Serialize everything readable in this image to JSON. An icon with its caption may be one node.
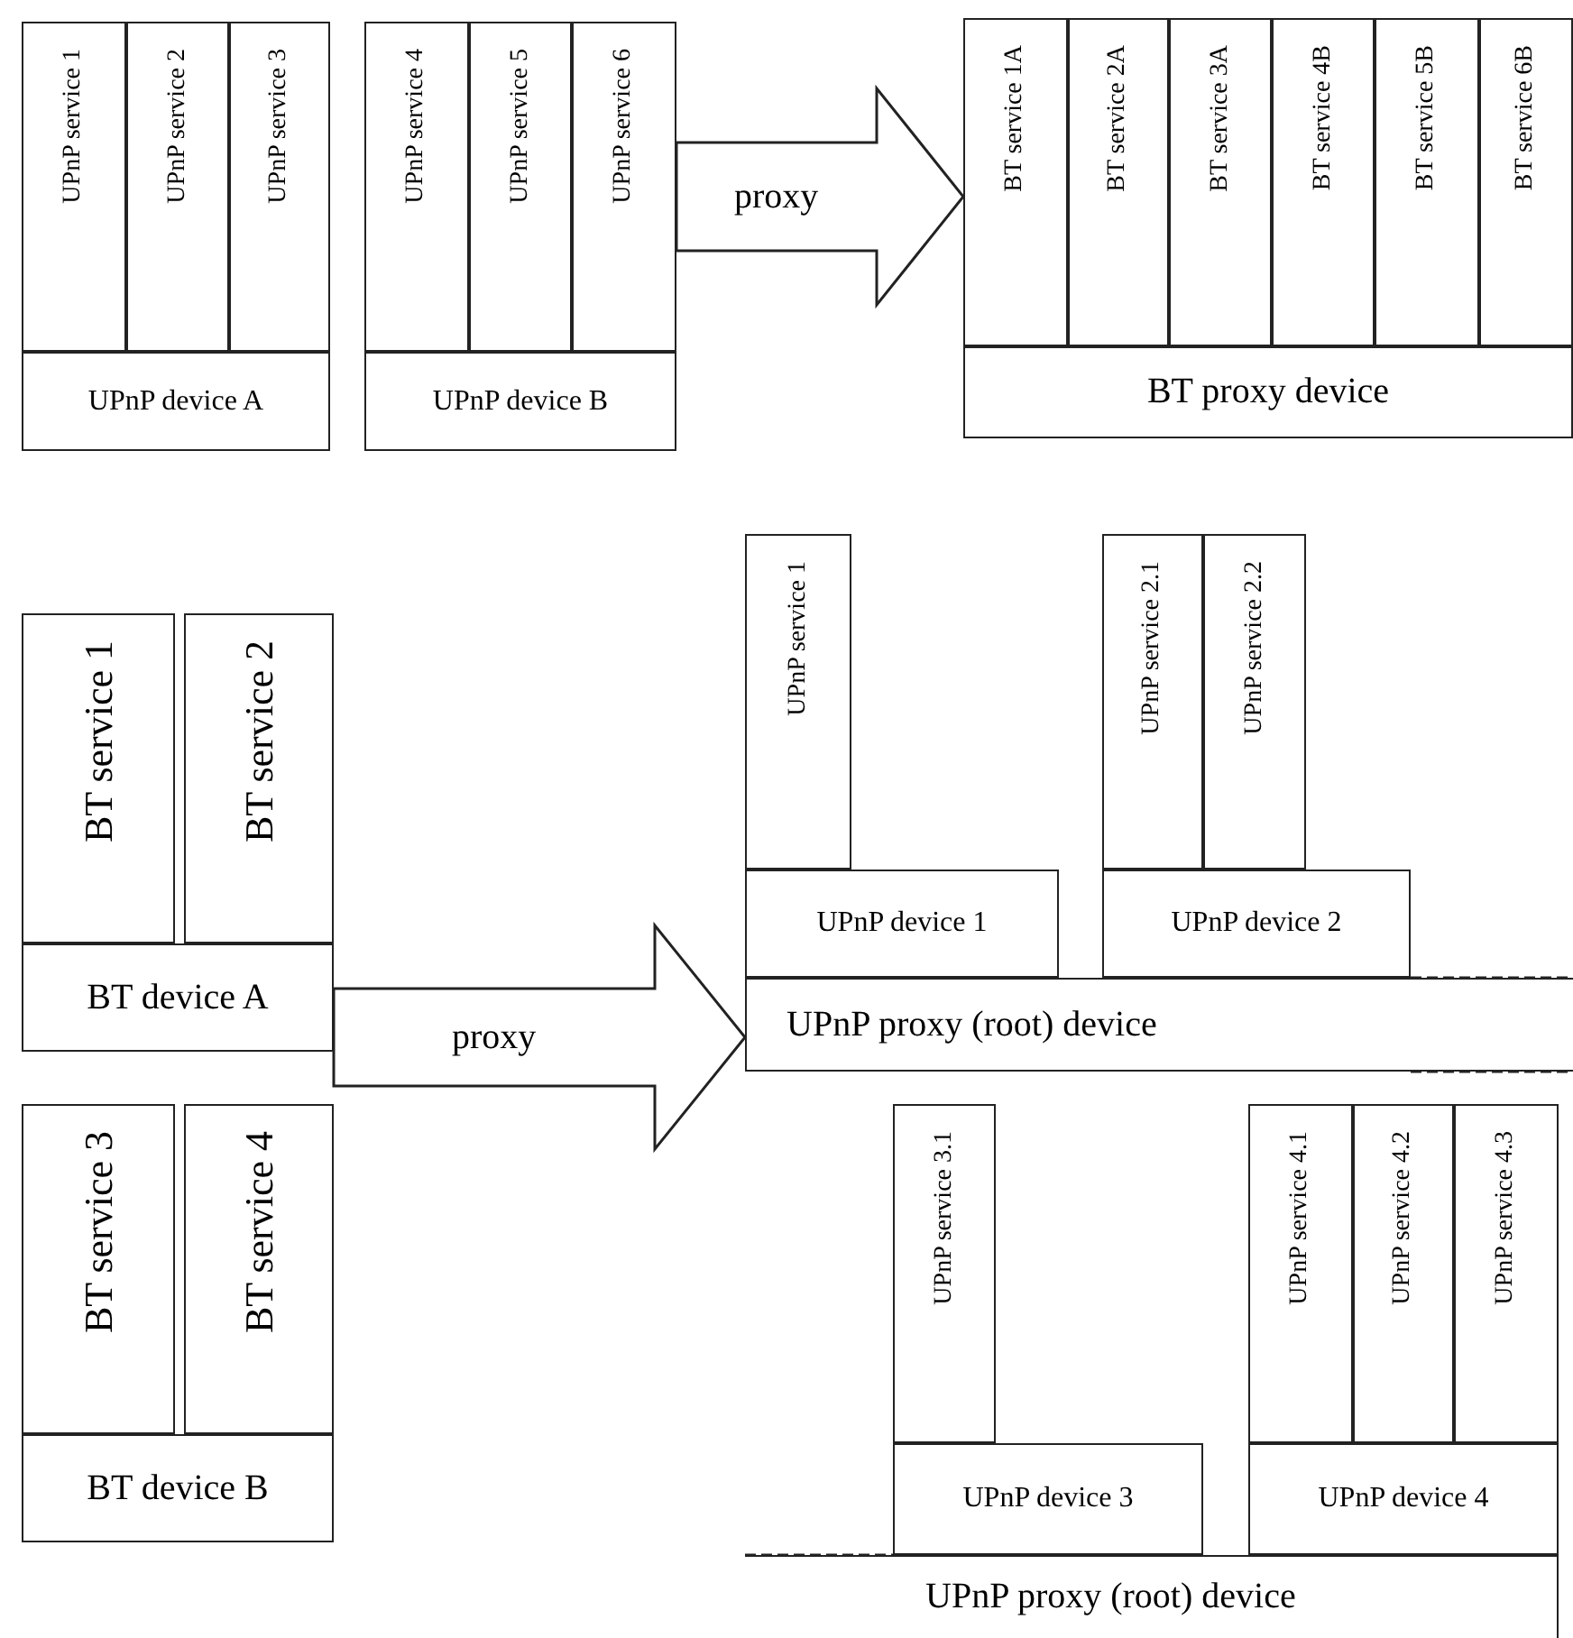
{
  "diagram": {
    "nodes": [
      {
        "text": [
          "UPnP service 1"
        ]
      },
      {
        "text": [
          "UPnP service 2"
        ]
      },
      {
        "text": [
          "UPnP service 3"
        ]
      },
      {
        "text": [
          "UPnP device A"
        ]
      },
      {
        "text": [
          "UPnP service 4"
        ]
      },
      {
        "text": [
          "UPnP service 5"
        ]
      },
      {
        "text": [
          "UPnP service 6"
        ]
      },
      {
        "text": [
          "UPnP device B"
        ]
      },
      {
        "text": [
          "BT service 1A"
        ]
      },
      {
        "text": [
          "BT service 2A"
        ]
      },
      {
        "text": [
          "BT service 3A"
        ]
      },
      {
        "text": [
          "BT service 4B"
        ]
      },
      {
        "text": [
          "BT service 5B"
        ]
      },
      {
        "text": [
          "BT service 6B"
        ]
      },
      {
        "text": [
          "BT proxy device"
        ]
      },
      {
        "text": [
          "BT service 1"
        ]
      },
      {
        "text": [
          "BT service 2"
        ]
      },
      {
        "text": [
          "BT device A"
        ]
      },
      {
        "text": [
          "BT service 3"
        ]
      },
      {
        "text": [
          "BT service 4"
        ]
      },
      {
        "text": [
          "BT device B"
        ]
      },
      {
        "text": [
          "UPnP service 1"
        ]
      },
      {
        "text": [
          "UPnP service 2.1"
        ]
      },
      {
        "text": [
          "UPnP service 2.2"
        ]
      },
      {
        "text": [
          "UPnP device 1"
        ]
      },
      {
        "text": [
          "UPnP device 2"
        ]
      },
      {
        "text": [
          "UPnP proxy (root) device"
        ]
      },
      {
        "text": [
          "UPnP service 3.1"
        ]
      },
      {
        "text": [
          "UPnP service 4.1"
        ]
      },
      {
        "text": [
          "UPnP service 4.2"
        ]
      },
      {
        "text": [
          "UPnP service 4.3"
        ]
      },
      {
        "text": [
          "UPnP device 3"
        ]
      },
      {
        "text": [
          "UPnP device 4"
        ]
      },
      {
        "text": [
          "UPnP proxy (root) device"
        ]
      }
    ],
    "edges": [
      {
        "from": 6,
        "to": 8,
        "arrow": "to",
        "label": "proxy",
        "style": "thick"
      },
      {
        "from": 17,
        "to": 26,
        "arrow": "to",
        "label": "proxy",
        "style": "thick"
      }
    ]
  }
}
